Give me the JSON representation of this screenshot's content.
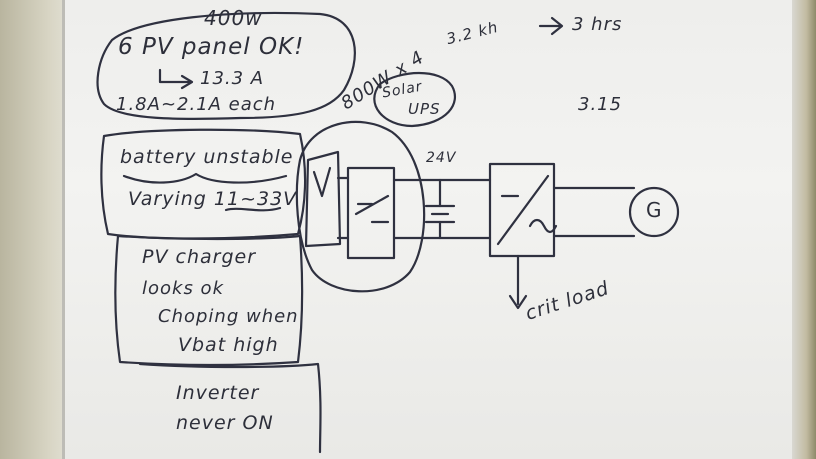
{
  "whiteboard": {
    "note_400w": "400w",
    "pv_panel": "6 PV panel OK!",
    "current_total": "13.3 A",
    "current_each": "1.8A~2.1A each",
    "battery": "battery unstable",
    "voltage": "Varying 11~33V",
    "pv_charger_1": "PV charger",
    "pv_charger_2": "looks ok",
    "pv_charger_3": "Choping when",
    "pv_charger_4": "Vbat high",
    "inverter_1": "Inverter",
    "inverter_2": "never ON",
    "power_calc": "800W x 4",
    "energy": "3.2 kh",
    "hours": "3 hrs",
    "ratio": "3.15",
    "solar_ups_1": "Solar",
    "solar_ups_2": "UPS",
    "battery_voltage": "24V",
    "generator": "G",
    "crit_load": "crit load"
  }
}
